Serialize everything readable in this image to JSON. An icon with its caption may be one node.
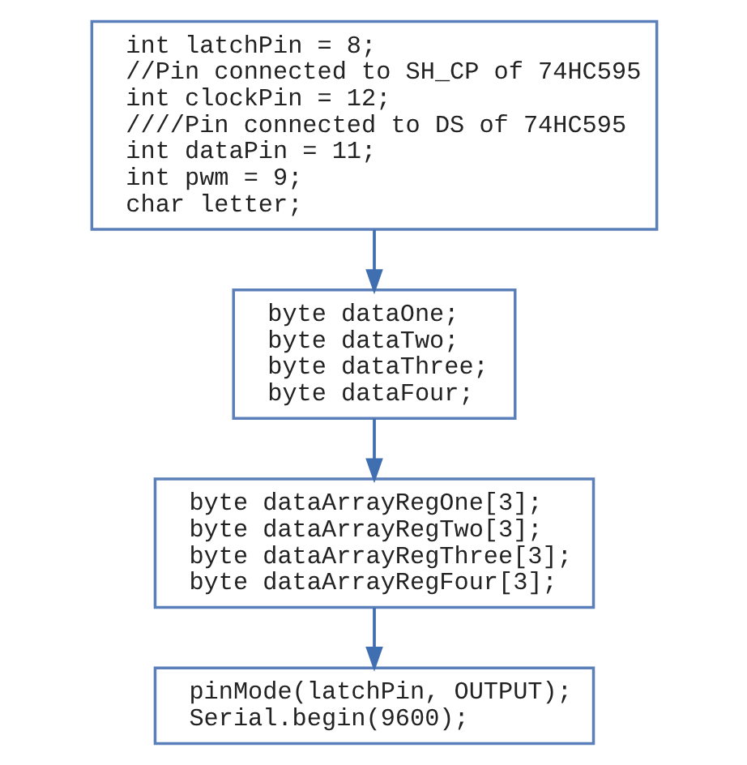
{
  "diagram": {
    "nodes": [
      {
        "text": [
          "int latchPin = 8;",
          "//Pin connected to SH_CP of 74HC595",
          "int clockPin = 12;",
          "////Pin connected to DS of 74HC595",
          "int dataPin = 11;",
          "int pwm = 9;",
          "char letter;"
        ]
      },
      {
        "text": [
          "byte dataOne;",
          "byte dataTwo;",
          "byte dataThree;",
          "byte dataFour;"
        ]
      },
      {
        "text": [
          "byte dataArrayRegOne[3];",
          "byte dataArrayRegTwo[3];",
          "byte dataArrayRegThree[3];",
          "byte dataArrayRegFour[3];"
        ]
      },
      {
        "text": [
          "pinMode(latchPin, OUTPUT);",
          "Serial.begin(9600);"
        ]
      }
    ],
    "edges": [
      {
        "from": 0,
        "to": 1,
        "arrow": "to"
      },
      {
        "from": 1,
        "to": 2,
        "arrow": "to"
      },
      {
        "from": 2,
        "to": 3,
        "arrow": "to"
      }
    ]
  }
}
